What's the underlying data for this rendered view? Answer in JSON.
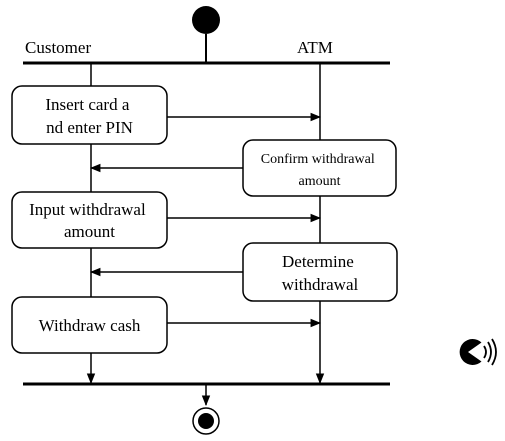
{
  "lanes": {
    "left": "Customer",
    "right": "ATM"
  },
  "activities": {
    "insert_card": [
      "Insert card a",
      "nd enter PIN"
    ],
    "confirm_amount": [
      "Confirm withdrawal",
      "amount"
    ],
    "input_amount": [
      "Input withdrawal",
      "amount"
    ],
    "determine": [
      "Determine",
      "withdrawal"
    ],
    "withdraw_cash": [
      "Withdraw cash"
    ]
  },
  "icons": {
    "corner": "speaker-face-icon"
  }
}
